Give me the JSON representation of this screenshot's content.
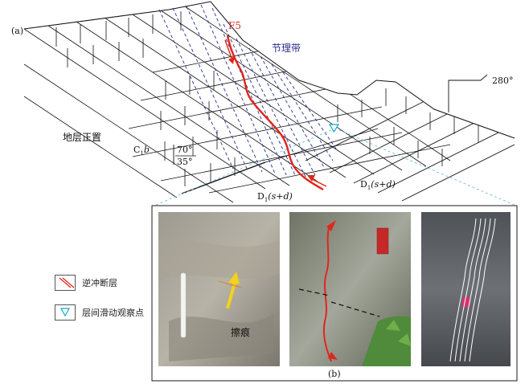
{
  "labels": {
    "panel_a": "(a)",
    "panel_b": "(b)",
    "fault": "F5",
    "joint_zone": "节理带",
    "strike": "280°",
    "normal_strata": "地层正置",
    "unit_cb": "C",
    "unit_cb_sub": "1",
    "unit_cb_letter": "b",
    "dip_steep": "70°",
    "dip_gentle": "35°",
    "unit_d1": "D",
    "unit_d1_sub": "1",
    "unit_d1_paren": "(s+d)",
    "unit_d2": "D",
    "unit_d2_sub": "1",
    "unit_d2_paren": "(s+d)",
    "scratch": "擦痕"
  },
  "legend": {
    "thrust_fault": "逆冲断层",
    "observation_point": "层间滑动观察点"
  },
  "colors": {
    "fault": "#e0261c",
    "joints": "#2b2f8a",
    "beds": "#111111",
    "observation": "#18a9c9",
    "arrow": "#f2d21b",
    "panel_border": "#1a1a1a",
    "guide": "#5ab7d6"
  }
}
